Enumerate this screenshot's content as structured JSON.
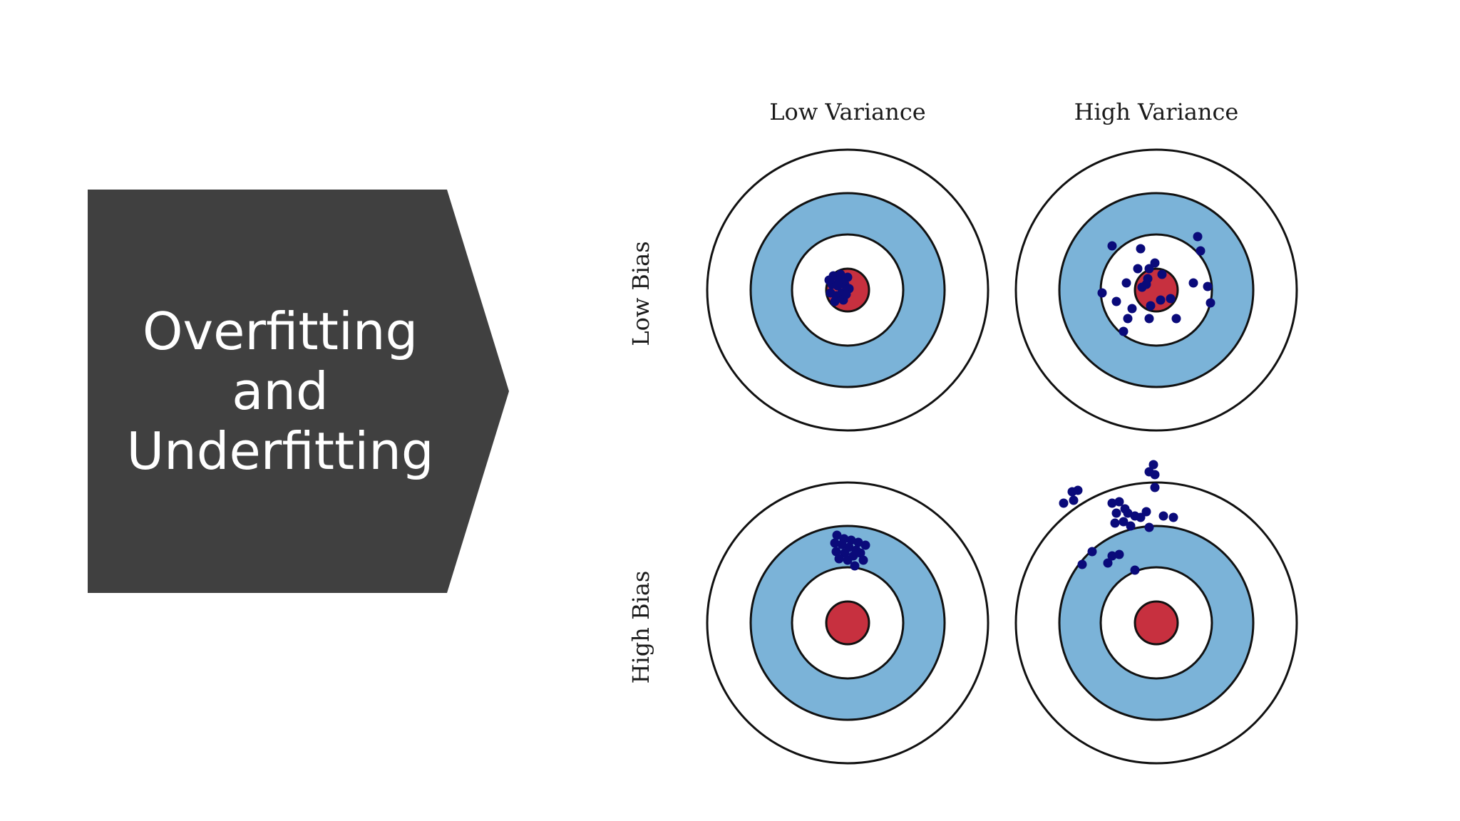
{
  "title": {
    "lines": [
      "Overfitting",
      "and",
      "Underfitting"
    ]
  },
  "colors": {
    "title_box": "#404040",
    "title_text": "#ffffff",
    "ring_blue": "#7bb3d8",
    "bullseye_red": "#c7303f",
    "points": "#0a0a7a",
    "stroke": "#111111"
  },
  "diagram": {
    "column_labels": [
      "Low Variance",
      "High Variance"
    ],
    "row_labels": [
      "Low Bias",
      "High Bias"
    ],
    "targets": [
      {
        "name": "low-bias-low-variance"
      },
      {
        "name": "low-bias-high-variance"
      },
      {
        "name": "high-bias-low-variance"
      },
      {
        "name": "high-bias-high-variance"
      }
    ]
  }
}
